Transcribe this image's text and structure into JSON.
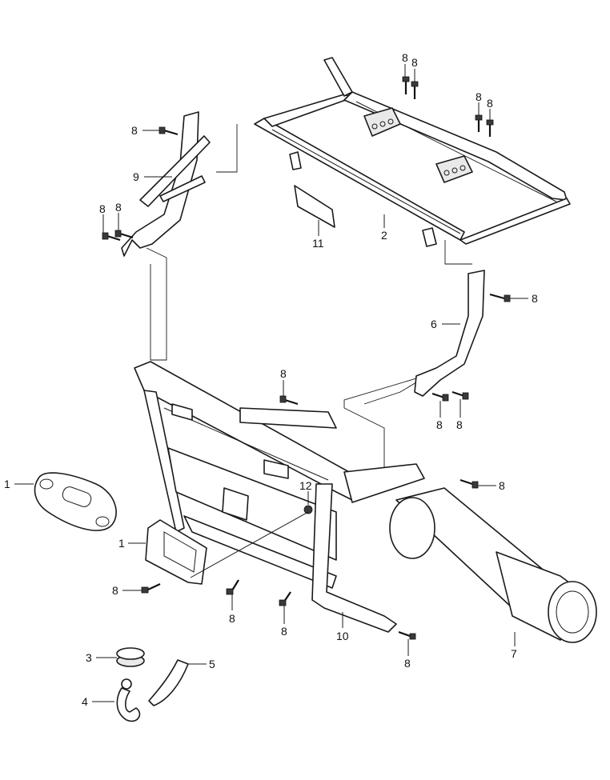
{
  "callouts": {
    "c1a": "1",
    "c1b": "1",
    "c2": "2",
    "c3": "3",
    "c4": "4",
    "c5": "5",
    "c6": "6",
    "c7": "7",
    "c8": "8",
    "c9": "9",
    "c10": "10",
    "c11": "11",
    "c12": "12"
  },
  "colors": {
    "line": "#1a1a1a",
    "background": "#ffffff"
  }
}
